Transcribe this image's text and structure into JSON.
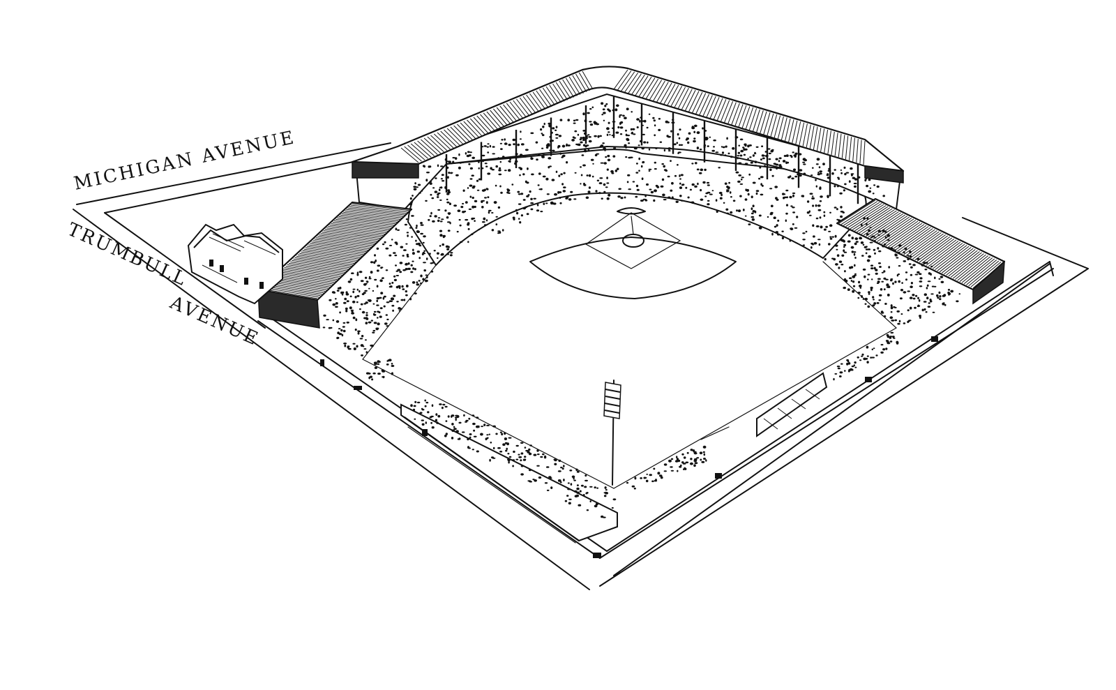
{
  "streets": {
    "michigan": "MICHIGAN AVENUE",
    "trumbull_line1": "TRUMBULL",
    "trumbull_line2": "AVENUE"
  },
  "colors": {
    "ink": "#111111",
    "paper": "#ffffff"
  }
}
